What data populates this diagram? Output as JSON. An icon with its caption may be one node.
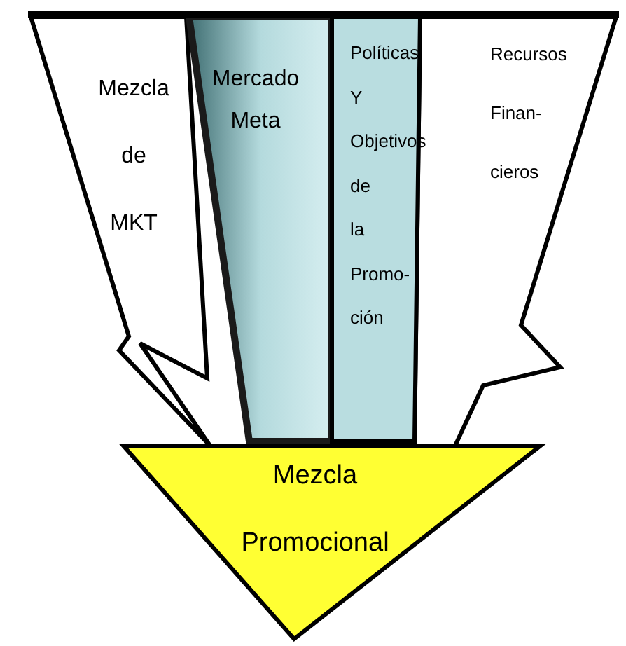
{
  "diagram": {
    "nodes": [
      {
        "text": [
          "Mezcla de MKT"
        ]
      },
      {
        "text": [
          "Mercado Meta"
        ]
      },
      {
        "text": [
          "Políticas Y Objetivos de la Promo- ción"
        ]
      },
      {
        "text": [
          "Recursos Finan- cieros"
        ]
      },
      {
        "text": [
          "Mezcla Promocional"
        ]
      }
    ]
  }
}
